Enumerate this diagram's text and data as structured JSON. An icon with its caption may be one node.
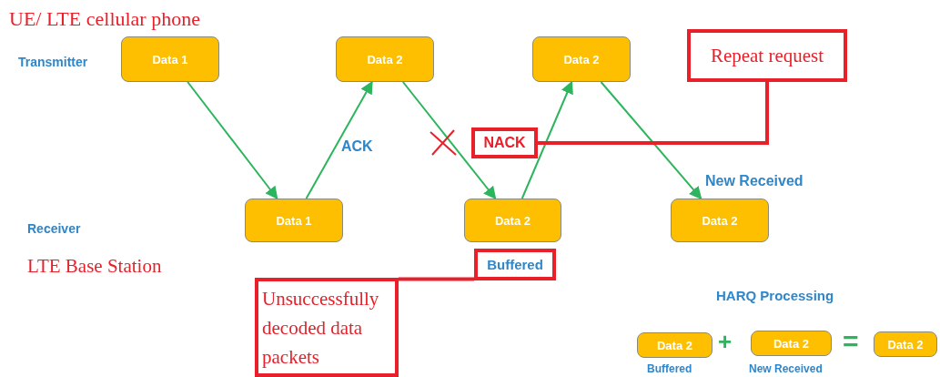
{
  "diagram": {
    "nodes": [
      {
        "text": [
          "Data 1"
        ]
      },
      {
        "text": [
          "Data 2"
        ]
      },
      {
        "text": [
          "Data 2"
        ]
      },
      {
        "text": [
          "Data 1"
        ]
      },
      {
        "text": [
          "Data 2"
        ]
      },
      {
        "text": [
          "Data 2"
        ],
        "beside": [
          "New Received"
        ]
      },
      {
        "text": [
          "Repeat request"
        ]
      },
      {
        "text": [
          "NACK"
        ]
      },
      {
        "text": [
          "Buffered"
        ]
      },
      {
        "text": [
          "Unsuccessfully decoded data packets"
        ]
      },
      {
        "text": [
          "Data 2"
        ],
        "beside": [
          "Buffered"
        ]
      },
      {
        "text": [
          "Data 2"
        ],
        "beside": [
          "New Received"
        ]
      },
      {
        "text": [
          "Data 2"
        ]
      }
    ],
    "edges": [
      {
        "from": 0,
        "to": 3,
        "arrow": "to"
      },
      {
        "from": 3,
        "to": 1,
        "arrow": "to",
        "label": "ACK"
      },
      {
        "from": 1,
        "to": 4,
        "arrow": "to"
      },
      {
        "from": 4,
        "to": 2,
        "arrow": "to"
      },
      {
        "from": 2,
        "to": 5,
        "arrow": "to"
      },
      {
        "from": 7,
        "to": 6,
        "arrow": "none",
        "style": "thick",
        "color": "#e8202a"
      },
      {
        "from": 9,
        "to": 8,
        "arrow": "none",
        "style": "thick",
        "color": "#e8202a"
      }
    ],
    "labels": [
      "UE/ LTE cellular phone",
      "Transmitter",
      "Receiver",
      "LTE Base Station",
      "HARQ Processing",
      "+",
      "="
    ]
  }
}
